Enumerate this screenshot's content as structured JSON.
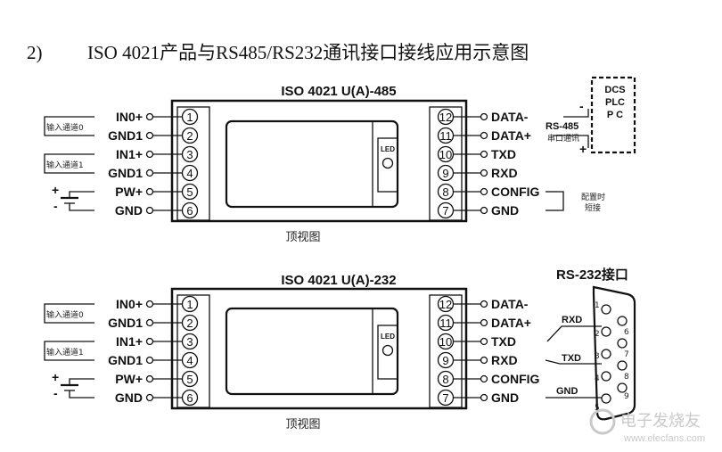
{
  "heading": {
    "number": "2)",
    "text": "ISO 4021产品与RS485/RS232通讯接口接线应用示意图"
  },
  "modules": [
    {
      "id": "m485",
      "title": "ISO 4021 U(A)-485",
      "caption": "顶视图",
      "led": "LED",
      "left_pins": [
        {
          "num": "1",
          "label": "IN0+"
        },
        {
          "num": "2",
          "label": "GND1"
        },
        {
          "num": "3",
          "label": "IN1+"
        },
        {
          "num": "4",
          "label": "GND1"
        },
        {
          "num": "5",
          "label": "PW+"
        },
        {
          "num": "6",
          "label": "GND"
        }
      ],
      "right_pins": [
        {
          "num": "12",
          "label": "DATA-"
        },
        {
          "num": "11",
          "label": "DATA+"
        },
        {
          "num": "10",
          "label": "TXD"
        },
        {
          "num": "9",
          "label": "RXD"
        },
        {
          "num": "8",
          "label": "CONFIG"
        },
        {
          "num": "7",
          "label": "GND"
        }
      ],
      "input_labels": [
        "输入通道0",
        "输入通道1"
      ],
      "power_signs": [
        "+",
        "-"
      ]
    },
    {
      "id": "m232",
      "title": "ISO 4021 U(A)-232",
      "caption": "顶视图",
      "led": "LED",
      "left_pins": [
        {
          "num": "1",
          "label": "IN0+"
        },
        {
          "num": "2",
          "label": "GND1"
        },
        {
          "num": "3",
          "label": "IN1+"
        },
        {
          "num": "4",
          "label": "GND1"
        },
        {
          "num": "5",
          "label": "PW+"
        },
        {
          "num": "6",
          "label": "GND"
        }
      ],
      "right_pins": [
        {
          "num": "12",
          "label": "DATA-"
        },
        {
          "num": "11",
          "label": "DATA+"
        },
        {
          "num": "10",
          "label": "TXD"
        },
        {
          "num": "9",
          "label": "RXD"
        },
        {
          "num": "8",
          "label": "CONFIG"
        },
        {
          "num": "7",
          "label": "GND"
        }
      ],
      "input_labels": [
        "输入通道0",
        "输入通道1"
      ],
      "power_signs": [
        "+",
        "-"
      ]
    }
  ],
  "rs485_host": {
    "lines": [
      "DCS",
      "PLC",
      "P  C"
    ],
    "minus": "-",
    "plus": "+",
    "bus_label": "RS-485",
    "bus_sublabel": "串口通讯",
    "config_label": [
      "配置时",
      "短接"
    ]
  },
  "rs232_port": {
    "title": "RS-232接口",
    "pin_numbers": [
      "1",
      "2",
      "3",
      "4",
      "5",
      "6",
      "7",
      "8",
      "9"
    ],
    "signals": [
      "RXD",
      "TXD",
      "GND"
    ]
  },
  "watermark": {
    "text": "电子发烧友",
    "url": "www.elecfans.com"
  }
}
